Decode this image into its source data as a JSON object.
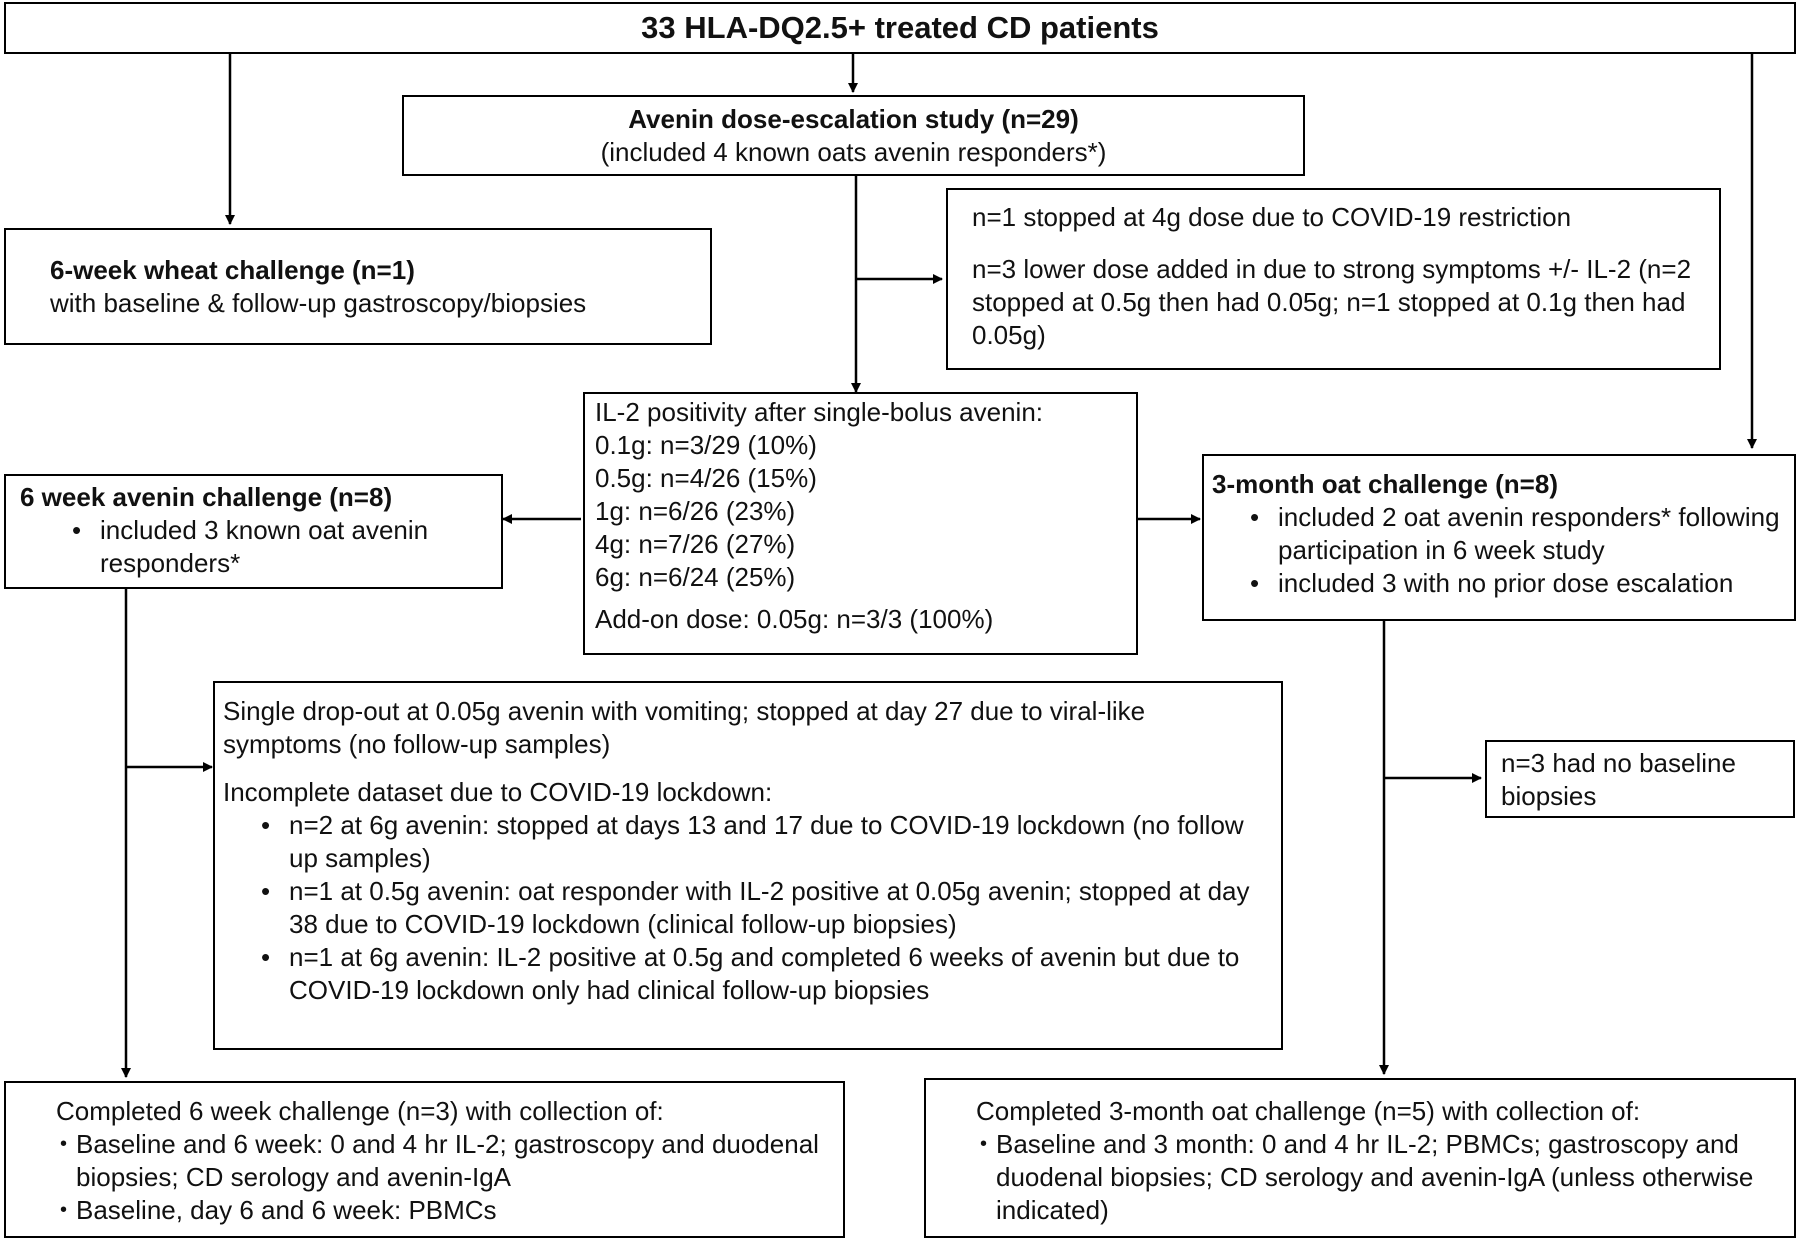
{
  "top_box": {
    "title": "33 HLA-DQ2.5+ treated CD patients"
  },
  "dose_escalation": {
    "title": "Avenin dose-escalation study (n=29)",
    "subtitle": "(included 4 known oats avenin responders*)"
  },
  "wheat_challenge": {
    "title": "6-week wheat challenge (n=1)",
    "text": "with baseline & follow-up gastroscopy/biopsies"
  },
  "dose_notes": {
    "line1": "n=1 stopped at 4g dose due to COVID-19 restriction",
    "line2": "n=3 lower dose added in due to strong symptoms +/- IL-2 (n=2 stopped at 0.5g then had 0.05g; n=1 stopped at 0.1g then had 0.05g)"
  },
  "il2_positivity": {
    "title": "IL-2 positivity after single-bolus avenin:",
    "rows": [
      "0.1g: n=3/29 (10%)",
      "0.5g: n=4/26 (15%)",
      "1g: n=6/26 (23%)",
      "4g: n=7/26 (27%)",
      "6g: n=6/24 (25%)"
    ],
    "addon": "Add-on dose: 0.05g: n=3/3 (100%)"
  },
  "avenin_challenge": {
    "title": "6 week avenin challenge (n=8)",
    "items": [
      "included 3 known oat avenin responders*"
    ]
  },
  "oat_challenge": {
    "title": "3-month oat challenge (n=8)",
    "items": [
      "included 2 oat avenin responders* following participation in 6 week study",
      "included 3 with no prior dose escalation"
    ]
  },
  "dropouts": {
    "line1": "Single drop-out at 0.05g avenin with vomiting; stopped at day 27 due to viral-like symptoms (no follow-up samples)",
    "line2": "Incomplete dataset due to COVID-19 lockdown:",
    "items": [
      "n=2 at 6g avenin: stopped at days 13 and 17 due to COVID-19 lockdown (no follow up samples)",
      "n=1 at 0.5g avenin: oat responder with IL-2 positive at 0.05g avenin; stopped at day 38 due to COVID-19 lockdown (clinical follow-up biopsies)",
      "n=1 at 6g avenin: IL-2 positive at 0.5g and completed 6 weeks of avenin but due to COVID-19 lockdown only had clinical follow-up biopsies"
    ]
  },
  "no_baseline": {
    "text": "n=3 had no baseline biopsies"
  },
  "completed_avenin": {
    "title": "Completed 6 week challenge (n=3) with collection of:",
    "items": [
      "Baseline and 6 week:  0 and 4 hr IL-2; gastroscopy and duodenal biopsies; CD serology and avenin-IgA",
      "Baseline, day 6 and 6 week: PBMCs"
    ]
  },
  "completed_oat": {
    "title": "Completed 3-month oat challenge (n=5) with collection of:",
    "items": [
      "Baseline and 3 month: 0 and 4 hr IL-2; PBMCs; gastroscopy and duodenal biopsies; CD serology and avenin-IgA (unless otherwise indicated)"
    ]
  }
}
